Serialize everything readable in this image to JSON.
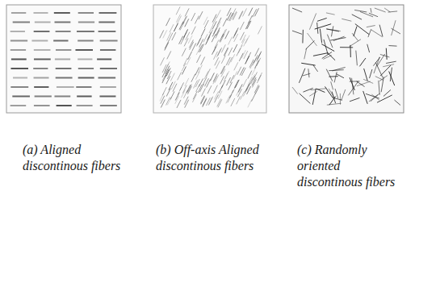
{
  "diagram": {
    "labels": [
      "(a) Aligned discontinous fibers",
      "(b) Off-axis Aligned discontinous fibers",
      "(c) Randomly oriented discontinous fibers"
    ]
  }
}
